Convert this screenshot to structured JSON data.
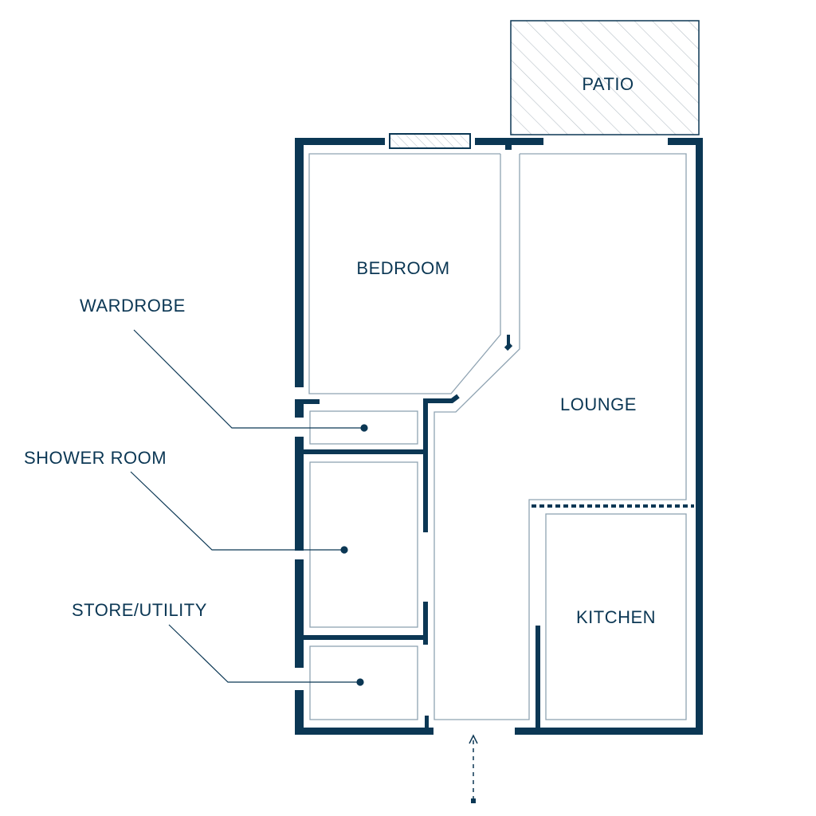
{
  "colors": {
    "wall": "#0b3754",
    "thin_line": "#8fa3b2",
    "text": "#0b3754",
    "hatch": "#b7c0c7",
    "background": "#ffffff"
  },
  "rooms": {
    "patio": "PATIO",
    "bedroom": "BEDROOM",
    "lounge": "LOUNGE",
    "kitchen": "KITCHEN"
  },
  "callouts": {
    "wardrobe": "WARDROBE",
    "shower_room": "SHOWER ROOM",
    "store_utility": "STORE/UTILITY"
  }
}
